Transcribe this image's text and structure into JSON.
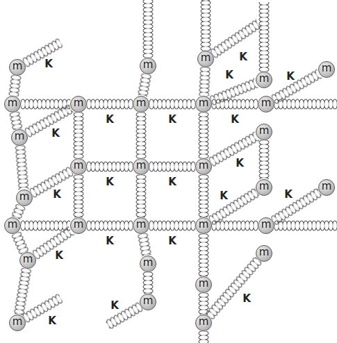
{
  "diagram": {
    "nodes": [
      {
        "text": [
          "m"
        ]
      },
      {
        "text": [
          "m"
        ]
      },
      {
        "text": [
          "m"
        ]
      },
      {
        "text": [
          "m"
        ]
      },
      {
        "text": [
          "m"
        ]
      },
      {
        "text": [
          "m"
        ]
      },
      {
        "text": [
          "m"
        ]
      },
      {
        "text": [
          "m"
        ]
      },
      {
        "text": [
          "m"
        ]
      },
      {
        "text": [
          "m"
        ]
      },
      {
        "text": [
          "m"
        ]
      },
      {
        "text": [
          "m"
        ]
      },
      {
        "text": [
          "m"
        ]
      },
      {
        "text": [
          "m"
        ]
      },
      {
        "text": [
          "m"
        ]
      },
      {
        "text": [
          "m"
        ]
      },
      {
        "text": [
          "m"
        ]
      },
      {
        "text": [
          "m"
        ]
      },
      {
        "text": [
          "m"
        ]
      },
      {
        "text": [
          "m"
        ]
      },
      {
        "text": [
          "m"
        ]
      },
      {
        "text": [
          "m"
        ]
      },
      {
        "text": [
          "m"
        ]
      },
      {
        "text": [
          "m"
        ]
      },
      {
        "text": [
          "m"
        ]
      },
      {
        "text": [
          "m"
        ]
      },
      {
        "text": [
          "m"
        ]
      },
      {
        "text": [
          "m"
        ]
      },
      {
        "text": [
          "m"
        ]
      },
      {
        "text": [
          "m"
        ]
      }
    ],
    "edges": [
      {
        "from": 5,
        "to": 6,
        "arrow": "none"
      },
      {
        "from": 6,
        "to": 7,
        "arrow": "none"
      },
      {
        "from": 7,
        "to": 8,
        "arrow": "none"
      },
      {
        "from": 8,
        "to": 9,
        "arrow": "none"
      },
      {
        "from": 12,
        "to": 13,
        "arrow": "none"
      },
      {
        "from": 13,
        "to": 14,
        "arrow": "none"
      },
      {
        "from": 18,
        "to": 19,
        "arrow": "none"
      },
      {
        "from": 19,
        "to": 20,
        "arrow": "none"
      },
      {
        "from": 20,
        "to": 21,
        "arrow": "none"
      },
      {
        "from": 21,
        "to": 22,
        "arrow": "none"
      },
      {
        "from": 2,
        "to": 5,
        "arrow": "none"
      },
      {
        "from": 5,
        "to": 10,
        "arrow": "none"
      },
      {
        "from": 10,
        "to": 15,
        "arrow": "none"
      },
      {
        "from": 15,
        "to": 18,
        "arrow": "none"
      },
      {
        "from": 18,
        "to": 23,
        "arrow": "none"
      },
      {
        "from": 23,
        "to": 28,
        "arrow": "none"
      },
      {
        "from": 6,
        "to": 12,
        "arrow": "none"
      },
      {
        "from": 12,
        "to": 19,
        "arrow": "none"
      },
      {
        "from": 0,
        "to": 7,
        "arrow": "none"
      },
      {
        "from": 7,
        "to": 13,
        "arrow": "none"
      },
      {
        "from": 13,
        "to": 20,
        "arrow": "none"
      },
      {
        "from": 20,
        "to": 25,
        "arrow": "none"
      },
      {
        "from": 25,
        "to": 27,
        "arrow": "none"
      },
      {
        "from": 1,
        "to": 8,
        "arrow": "none"
      },
      {
        "from": 8,
        "to": 14,
        "arrow": "none"
      },
      {
        "from": 14,
        "to": 21,
        "arrow": "none"
      },
      {
        "from": 21,
        "to": 26,
        "arrow": "none"
      },
      {
        "from": 26,
        "to": 29,
        "arrow": "none"
      },
      {
        "from": 8,
        "to": 3,
        "arrow": "none"
      },
      {
        "from": 14,
        "to": 11,
        "arrow": "none"
      },
      {
        "from": 21,
        "to": 17,
        "arrow": "none"
      },
      {
        "from": 29,
        "to": 24,
        "arrow": "none"
      },
      {
        "from": 9,
        "to": 4,
        "arrow": "none"
      },
      {
        "from": 22,
        "to": 16,
        "arrow": "none"
      },
      {
        "from": 10,
        "to": 6,
        "arrow": "none"
      },
      {
        "from": 15,
        "to": 12,
        "arrow": "none"
      },
      {
        "from": 23,
        "to": 19,
        "arrow": "none"
      },
      {
        "from": 11,
        "to": 17,
        "arrow": "none"
      }
    ],
    "labels": [
      "K",
      "K",
      "K",
      "K",
      "K",
      "K",
      "K",
      "K",
      "K",
      "K",
      "K",
      "K",
      "K",
      "K",
      "K",
      "K",
      "K",
      "K",
      "K",
      "K"
    ]
  }
}
